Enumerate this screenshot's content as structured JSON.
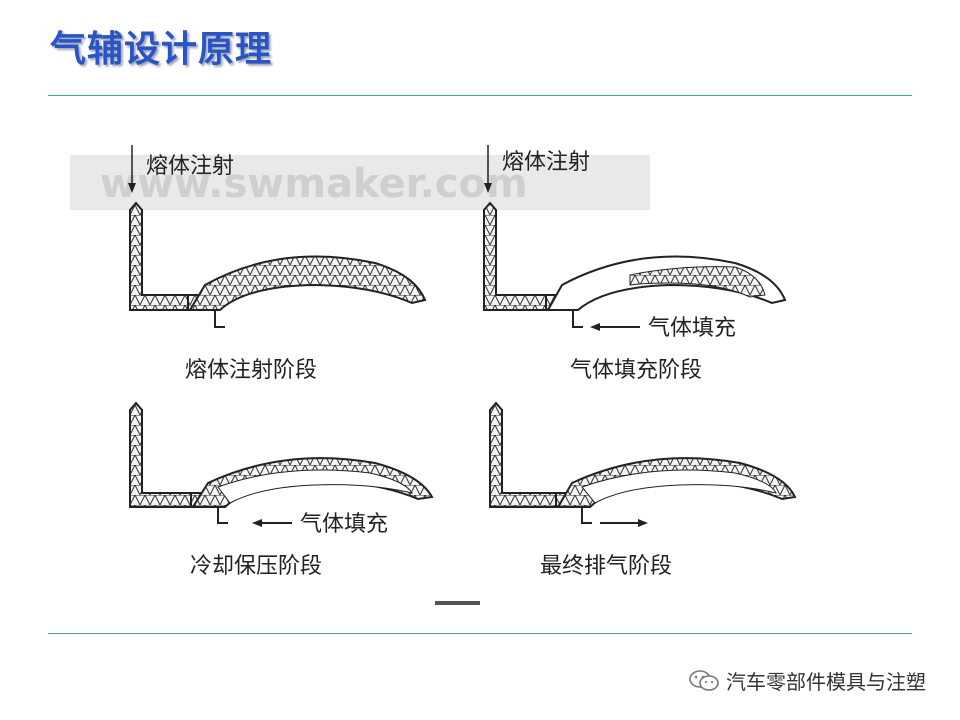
{
  "slide": {
    "title": "气辅设计原理"
  },
  "figure": {
    "watermark": "www.swmaker.com",
    "panels": [
      {
        "top_label": "熔体注射",
        "side_label": "",
        "caption": "熔体注射阶段"
      },
      {
        "top_label": "熔体注射",
        "side_label": "气体填充",
        "caption": "气体填充阶段"
      },
      {
        "top_label": "",
        "side_label": "气体填充",
        "caption": "冷却保压阶段"
      },
      {
        "top_label": "",
        "side_label": "",
        "caption": "最终排气阶段"
      }
    ]
  },
  "footer": {
    "account": "汽车零部件模具与注塑",
    "icon": "wechat-icon"
  }
}
